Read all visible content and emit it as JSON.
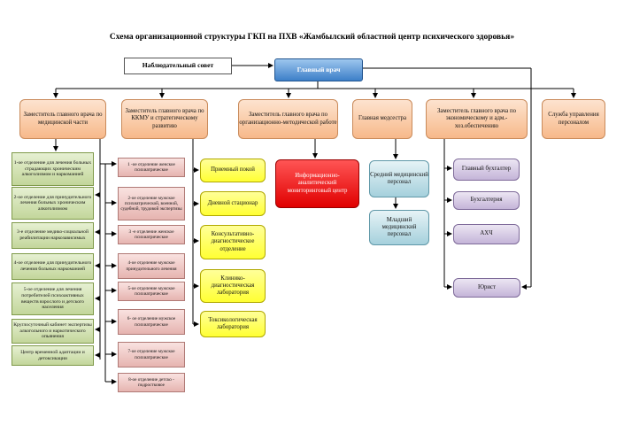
{
  "title": "Схема организационной структуры ГКП на ПХВ «Жамбылский областной центр психического здоровья»",
  "supervisory_board": "Наблюдательный совет",
  "chief_doctor": "Главный врач",
  "level2": {
    "deputy_medical": "Заместитель главного врача по медицинской части",
    "deputy_kkmu": "Заместитель главного врача по ККМУ и стратегическому развитию",
    "deputy_methodical": "Заместитель главного врача по организационно-методической работе",
    "head_nurse": "Главная медсестра",
    "deputy_economic": "Заместитель главного врача по экономическому и адм.-хоз.обеспечению",
    "hr_service": "Служба управления персоналом"
  },
  "medical_departments": [
    "1-ое отделение для лечения больных страдающих хроническим алкоголизмом и наркоманией",
    "2-ое отделение для принудительного лечения больных хроническим алкоголизмом",
    "3-е отделение медико-социальной реабилитации наркозависимых",
    "4-ое отделение для принудительного лечения больных наркоманией",
    "5-ое отделение для лечения потребителей психоактивных веществ взрослого и детского населения",
    "Круглосуточный кабинет экспертизы алкогольного и наркотического опьянения",
    "Центр временной адаптации и детоксикации"
  ],
  "psych_departments": [
    "1 -ое отделение женское психиатрическое",
    "2-ое отделение мужское психиатрической, военной, судебной, трудовой экспертизы",
    "3 -е отделение женское психиатрическое",
    "4-ое отделение мужское принудительного лечения",
    "5-ое отделение мужское психиатрическое",
    "6- ое отделение мужское психиатрическое",
    "7-ое отделение мужское психиатрическое",
    "8-ое отделение детско - подростковое"
  ],
  "kkmu_units": [
    "Приемный покой",
    "Дневной стационар",
    "Консультативно-диагностическое отделение",
    "Клинико-диагностическая лаборатория",
    "Токсикологическая лаборатория"
  ],
  "monitoring_center": "Информационно-аналитический мониторинговый центр",
  "nursing": [
    "Средний медицинский персонал",
    "Младший медицинский персонал"
  ],
  "economic_units": [
    "Главный бухгалтер",
    "Бухгалтерия",
    "АХЧ",
    "Юрист"
  ],
  "colors": {
    "chief": "#3d7fc8",
    "deputy": "#f7b98a",
    "medical": "#c3d69b",
    "psych": "#e6b4b0",
    "kkmu": "#ffff33",
    "monitoring": "#e00000",
    "nursing": "#a5d0dc",
    "economic": "#c4b4d8"
  }
}
